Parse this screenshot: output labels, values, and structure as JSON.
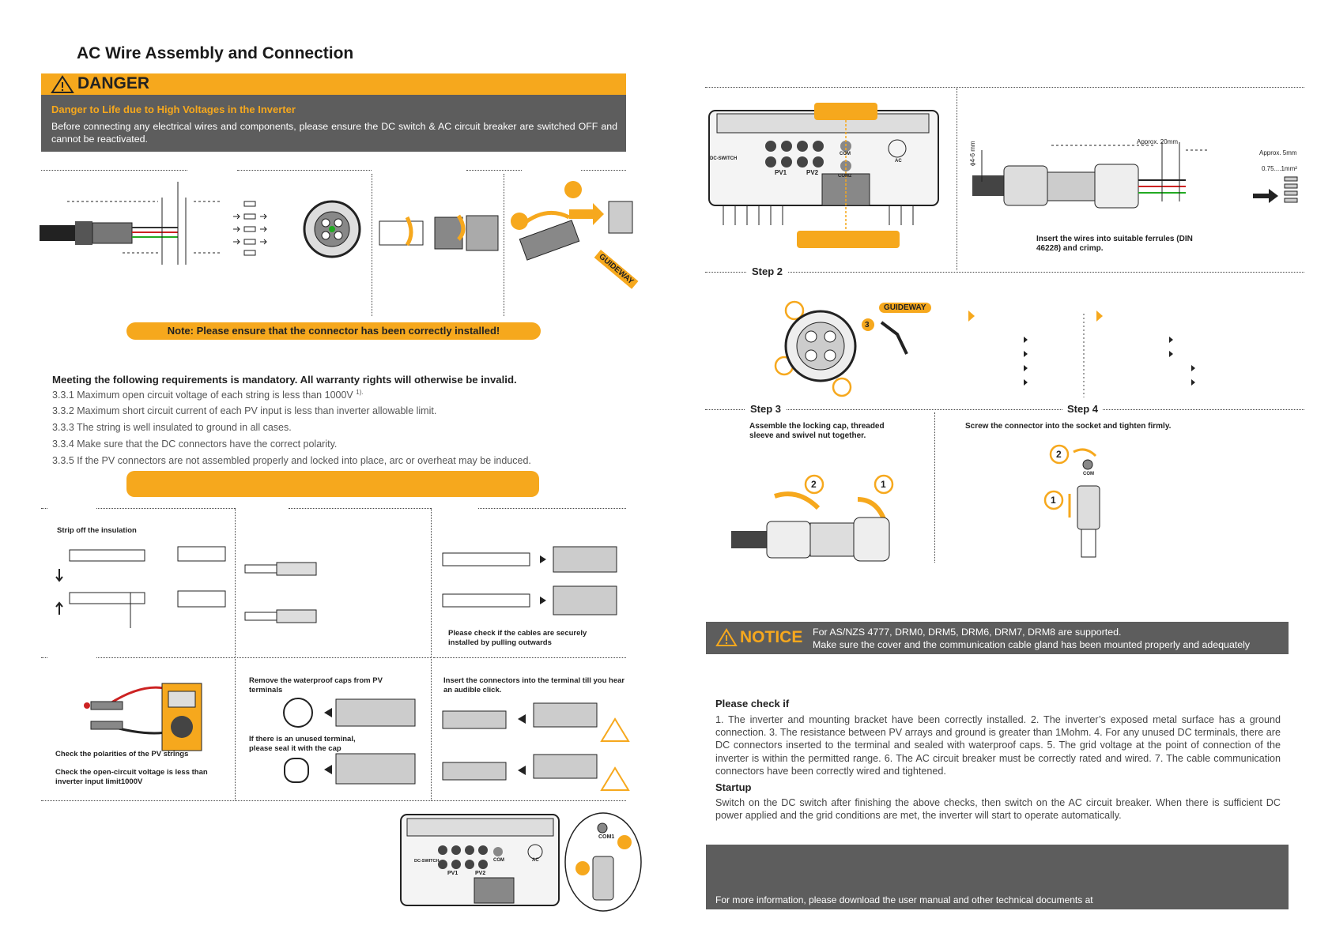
{
  "header": {
    "title": "AC Wire Assembly and Connection"
  },
  "danger": {
    "label": "DANGER",
    "heading": "Danger to Life due to High Voltages in the Inverter",
    "text": "Before connecting any electrical wires and components, please ensure the DC switch & AC circuit breaker are switched OFF and cannot be reactivated."
  },
  "ac_steps": {
    "guideway": "GUIDEWAY"
  },
  "note": {
    "text": "Note: Please ensure that the connector has been correctly installed!"
  },
  "requirements": {
    "heading": "Meeting the following requirements is mandatory. All warranty rights will otherwise be invalid.",
    "items": [
      {
        "text": "3.3.1 Maximum open circuit voltage of each string is less than 1000V",
        "sup": "1)."
      },
      {
        "text": "3.3.2 Maximum short circuit current of each PV input is less than inverter allowable limit."
      },
      {
        "text": "3.3.3 The string is well insulated to ground in all cases."
      },
      {
        "text": "3.3.4 Make sure that the DC connectors have the correct polarity."
      },
      {
        "text": "3.3.5 If the PV connectors are not assembled properly and locked into place, arc or overheat may be induced."
      }
    ]
  },
  "dc_steps": {
    "strip": "Strip off the insulation",
    "pull_check": "Please check if the cables are securely installed by pulling outwards",
    "polarity": "Check the polarities of the PV strings",
    "voltage": "Check the open-circuit voltage is less than inverter input limit1000V",
    "remove_caps": "Remove the waterproof caps from PV terminals",
    "seal": "If there is an unused terminal, please seal it with the cap",
    "insert": "Insert the connectors into the terminal till you hear an audible click."
  },
  "inverter_labels": {
    "dc_switch": "DC-SWITCH",
    "pv1": "PV1",
    "pv2": "PV2",
    "com": "COM",
    "com2": "COM2",
    "ac": "AC",
    "com1": "COM1"
  },
  "com_wiring": {
    "diameter": "ϕ4-6 mm",
    "approx20": "Approx. 20mm",
    "approx5": "Approx. 5mm",
    "gauge": "0.75....1mm²",
    "ferrules": "Insert the wires into suitable ferrules (DIN 46228) and crimp."
  },
  "steps": {
    "step2": "Step 2",
    "guideway": "GUIDEWAY",
    "step3": "Step 3",
    "step3_text": "Assemble the locking cap, threaded sleeve and swivel nut together.",
    "step4": "Step 4",
    "step4_text": "Screw the connector into the socket and tighten firmly.",
    "n1": "1",
    "n2": "2",
    "n3": "3"
  },
  "notice": {
    "label": "NOTICE",
    "line1": "For AS/NZS 4777, DRM0, DRM5, DRM6, DRM7, DRM8 are supported.",
    "line2": "Make sure the cover and the communication cable gland has been mounted properly and adequately"
  },
  "check": {
    "heading": "Please check if",
    "text": "1. The inverter and mounting bracket have been correctly installed. 2. The inverter’s exposed metal surface has a ground connection. 3. The resistance between PV arrays and ground is greater than 1Mohm. 4. For any unused DC terminals, there are DC connectors inserted to the terminal and sealed with waterproof caps. 5. The grid voltage at the point of connection of the inverter is within the permitted range. 6. The AC circuit breaker must be correctly rated and wired. 7. The cable communication connectors have been correctly wired and tightened."
  },
  "startup": {
    "heading": "Startup",
    "text": "Switch on the DC switch after finishing the above checks, then switch on the AC circuit breaker. When there is sufficient DC power applied and the grid conditions are met, the inverter will start to operate automatically."
  },
  "footer": {
    "text": "For more information, please download the user manual and other technical documents at"
  },
  "colors": {
    "accent": "#f6a81d",
    "box": "#5d5d5d",
    "text": "#333333"
  }
}
